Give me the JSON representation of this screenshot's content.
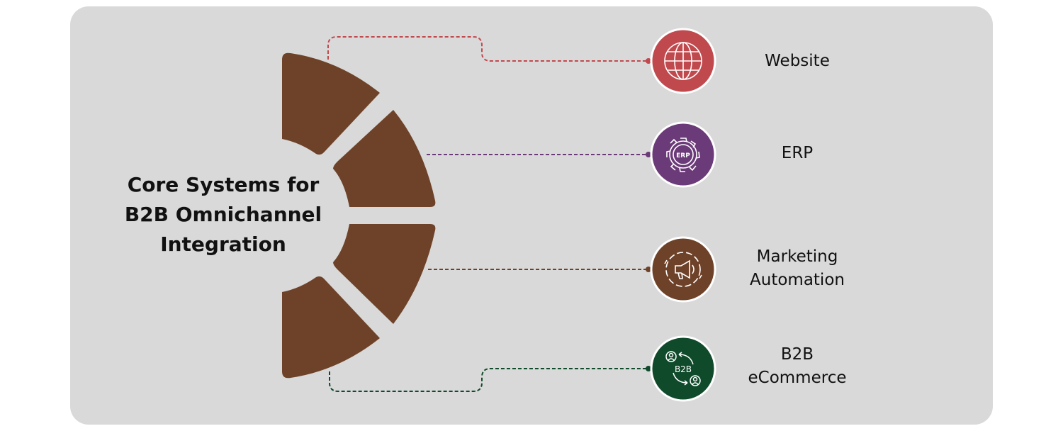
{
  "title": {
    "line1": "Core Systems for",
    "line2": "B2B Omnichannel",
    "line3": "Integration"
  },
  "items": [
    {
      "id": "website",
      "icon": "globe-icon",
      "color": "#c0494e",
      "lines": [
        "Website"
      ]
    },
    {
      "id": "erp",
      "icon": "erp-gear-icon",
      "color": "#6b3a78",
      "lines": [
        "ERP"
      ],
      "icon_text": "ERP"
    },
    {
      "id": "marketing",
      "icon": "megaphone-gear-icon",
      "color": "#6e4228",
      "lines": [
        "Marketing",
        "Automation"
      ]
    },
    {
      "id": "ecommerce",
      "icon": "b2b-exchange-icon",
      "color": "#0f4a2a",
      "lines": [
        "B2B",
        "eCommerce"
      ],
      "icon_text": "B2B"
    }
  ],
  "segment_color": "#6e4228",
  "panel_color": "#d9d9d9"
}
